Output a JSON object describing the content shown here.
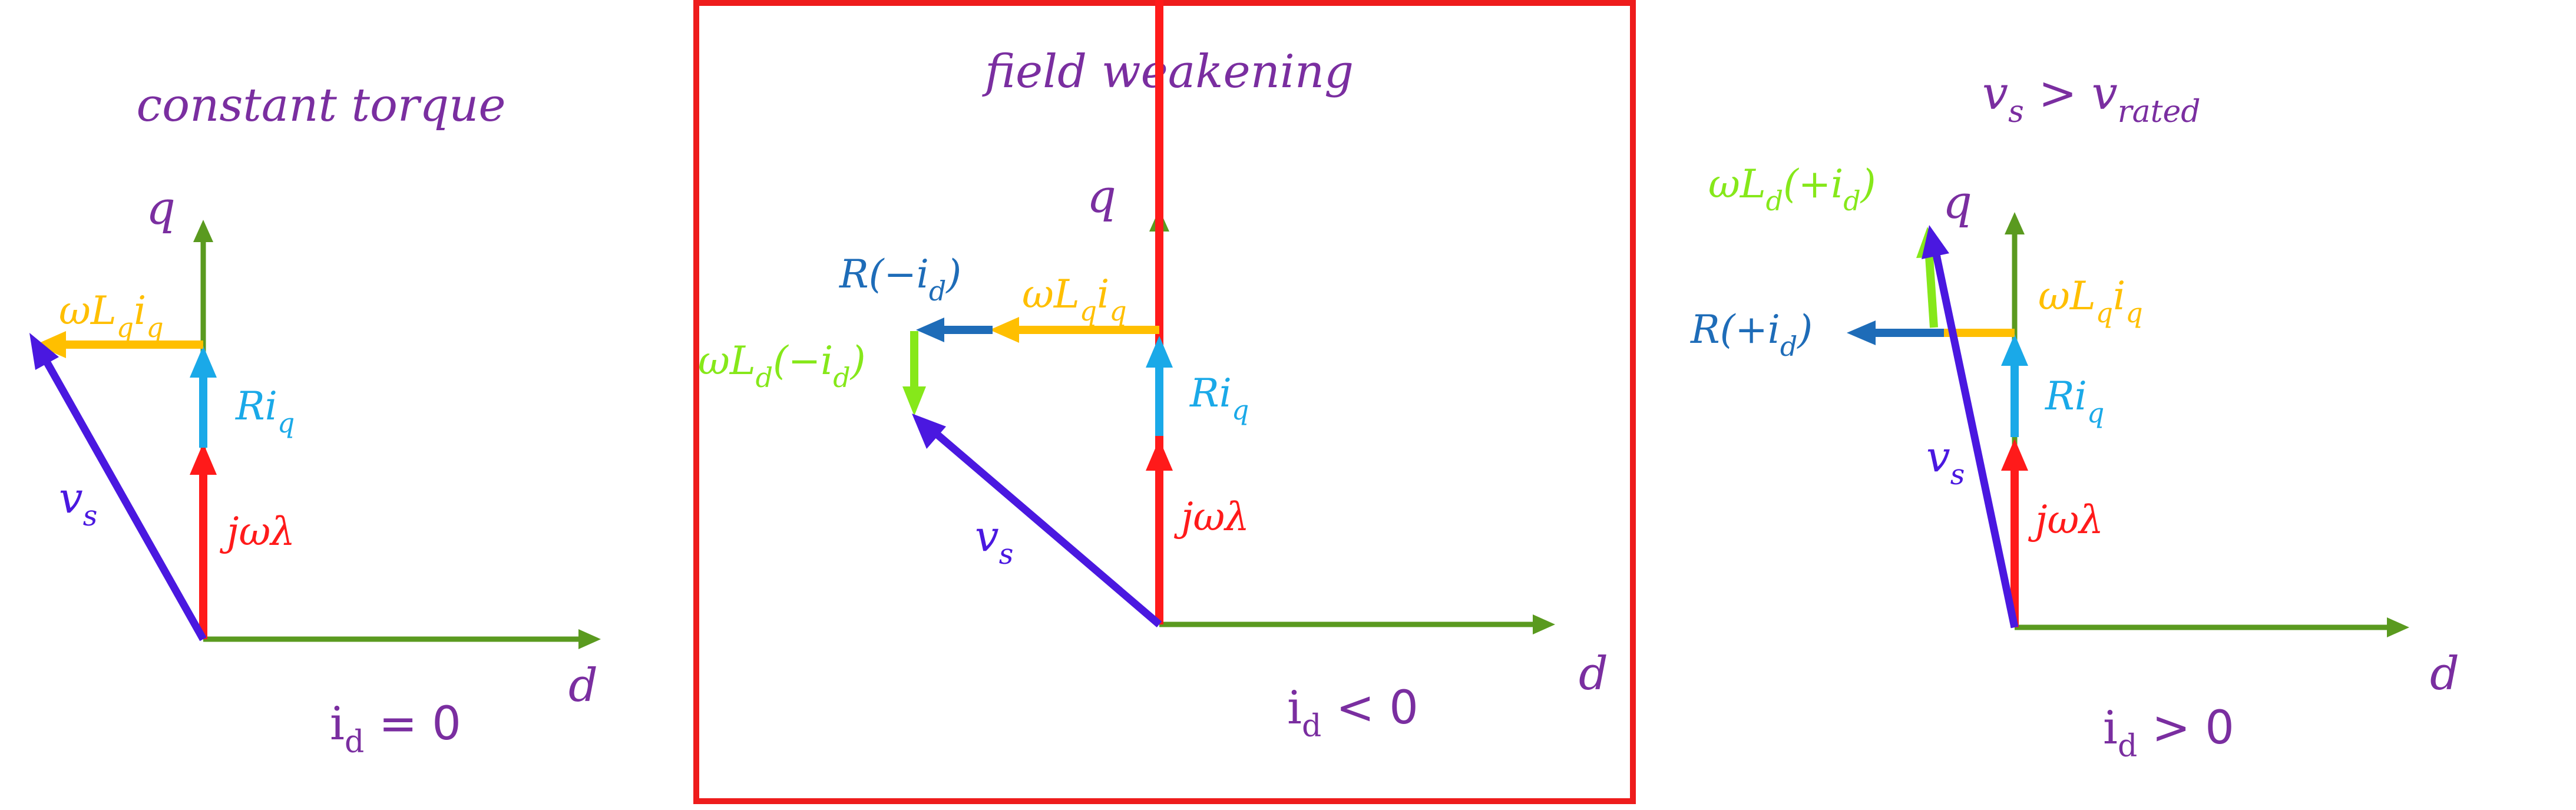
{
  "panels": [
    {
      "title": "constant torque",
      "axis_q": "q",
      "axis_d": "d",
      "condition_main": "i",
      "condition_sub": "d",
      "condition_rest": " = 0",
      "vectors": {
        "jwl": "jωλ",
        "riq": "Ri",
        "riq_sub": "q",
        "wlqiq": "ωL",
        "wlqiq_sub1": "q",
        "wlqiq_mid": "i",
        "wlqiq_sub2": "q",
        "vs": "v",
        "vs_sub": "s"
      }
    },
    {
      "title": "field weakening",
      "axis_q": "q",
      "axis_d": "d",
      "condition_main": "i",
      "condition_sub": "d",
      "condition_rest": " < 0",
      "vectors": {
        "jwl": "jωλ",
        "riq": "Ri",
        "riq_sub": "q",
        "wlqiq": "ωL",
        "wlqiq_sub1": "q",
        "wlqiq_mid": "i",
        "wlqiq_sub2": "q",
        "rid_pre": "R(−i",
        "rid_sub": "d",
        "rid_post": ")",
        "wldid_pre": "ωL",
        "wldid_sub1": "d",
        "wldid_mid": "(−i",
        "wldid_sub2": "d",
        "wldid_post": ")",
        "vs": "v",
        "vs_sub": "s"
      }
    },
    {
      "title_main": "v",
      "title_sub1": "s",
      "title_mid": " > v",
      "title_sub2": "rated",
      "axis_q": "q",
      "axis_d": "d",
      "condition_main": "i",
      "condition_sub": "d",
      "condition_rest": " > 0",
      "vectors": {
        "jwl": "jωλ",
        "riq": "Ri",
        "riq_sub": "q",
        "wlqiq": "ωL",
        "wlqiq_sub1": "q",
        "wlqiq_mid": "i",
        "wlqiq_sub2": "q",
        "rid_pre": "R(+i",
        "rid_sub": "d",
        "rid_post": ")",
        "wldid_pre": "ωL",
        "wldid_sub1": "d",
        "wldid_mid": "(+i",
        "wldid_sub2": "d",
        "wldid_post": ")",
        "vs": "v",
        "vs_sub": "s"
      }
    }
  ],
  "colors": {
    "axis": "#5a9a1f",
    "jwl": "#ff1a1a",
    "riq": "#1aa9e8",
    "wlqiq": "#ffbf00",
    "vs": "#4a18e0",
    "rid": "#1e6cb8",
    "wldid": "#86e81a",
    "title": "#7a2ea0",
    "highlight_frame": "#ee1c1c"
  }
}
